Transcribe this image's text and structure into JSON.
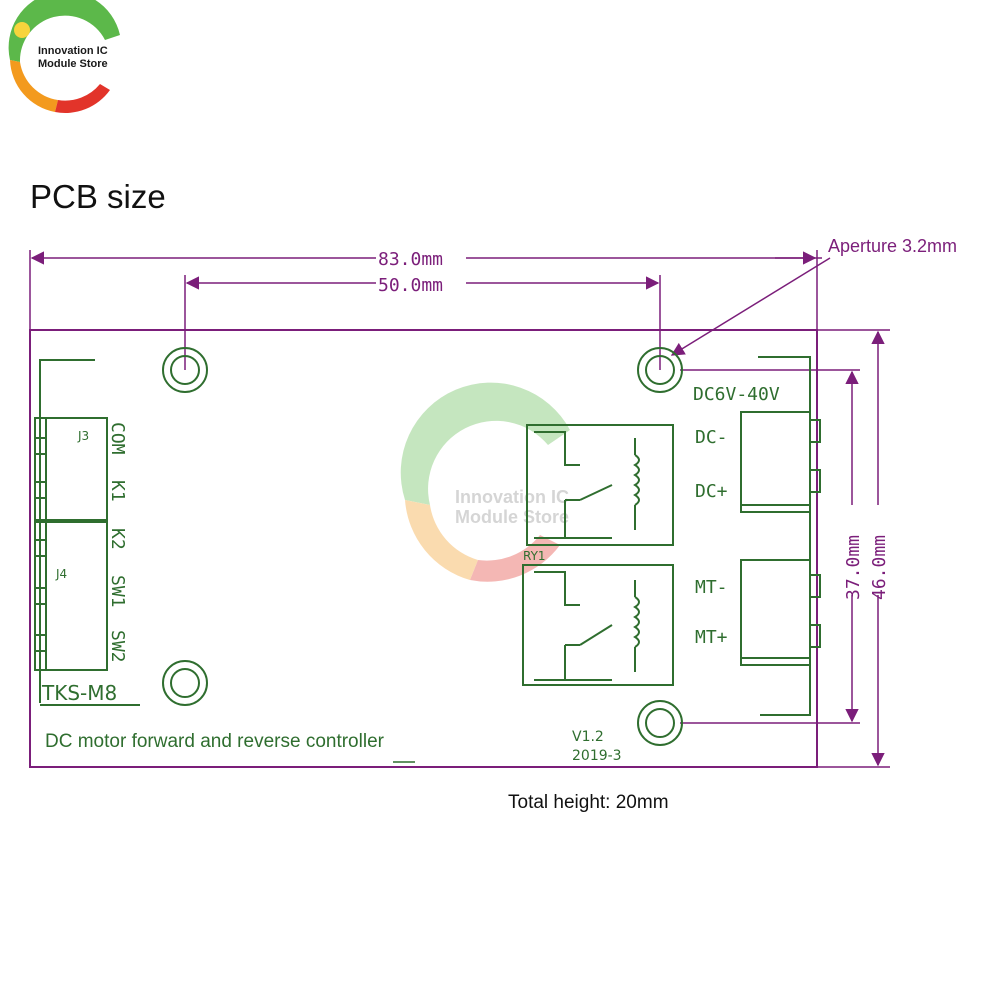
{
  "logo": {
    "line1": "Innovation IC",
    "line2": "Module Store"
  },
  "watermark": {
    "line1": "Innovation IC",
    "line2": "Module Store"
  },
  "title": "PCB size",
  "dimensions": {
    "board_width": "83.0mm",
    "hole_spacing_x": "50.0mm",
    "hole_spacing_y": "37.0mm",
    "board_height": "46.0mm",
    "aperture": "Aperture 3.2mm"
  },
  "board": {
    "voltage": "DC6V-40V",
    "dc_minus": "DC-",
    "dc_plus": "DC+",
    "mt_minus": "MT-",
    "mt_plus": "MT+",
    "j3": "J3",
    "j4": "J4",
    "com": "COM",
    "k1": "K1",
    "k2": "K2",
    "sw1": "SW1",
    "sw2": "SW2",
    "model": "TKS-M8",
    "relay": "RY1",
    "description": "DC motor forward and reverse controller",
    "version": "V1.2",
    "date": "2019-3"
  },
  "total_height": "Total height: 20mm",
  "colors": {
    "outline": "#7b1e7a",
    "silk": "#2f6e2f",
    "logo_orange": "#f39a1e",
    "logo_green": "#5cb84a",
    "logo_red": "#e2342a",
    "logo_yellow": "#f7d43c"
  }
}
